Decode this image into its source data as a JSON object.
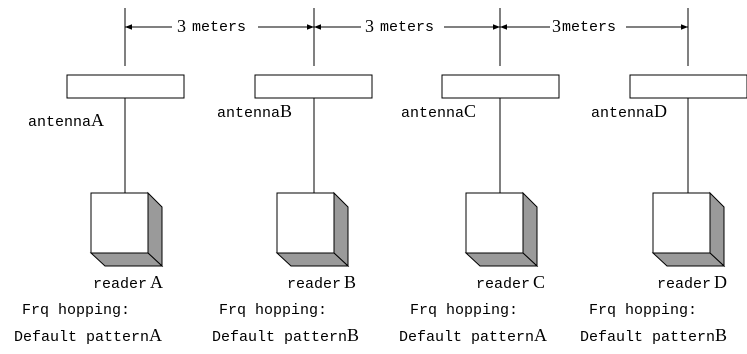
{
  "spacing": [
    {
      "num": "3",
      "unit": "meters"
    },
    {
      "num": "3",
      "unit": "meters"
    },
    {
      "num": "3",
      "unit": "meters"
    }
  ],
  "units": [
    {
      "antenna_word": "antenna",
      "antenna_letter": "A",
      "reader_word": "reader",
      "reader_letter": "A",
      "hop_label": "Frq hopping:",
      "pattern_word": "Default pattern",
      "pattern_letter": "A"
    },
    {
      "antenna_word": "antenna",
      "antenna_letter": "B",
      "reader_word": "reader",
      "reader_letter": "B",
      "hop_label": "Frq hopping:",
      "pattern_word": "Default pattern",
      "pattern_letter": "B"
    },
    {
      "antenna_word": "antenna",
      "antenna_letter": "C",
      "reader_word": "reader",
      "reader_letter": "C",
      "hop_label": "Frq hopping:",
      "pattern_word": "Default pattern",
      "pattern_letter": "A"
    },
    {
      "antenna_word": "antenna",
      "antenna_letter": "D",
      "reader_word": "reader",
      "reader_letter": "D",
      "hop_label": "Frq hopping:",
      "pattern_word": "Default pattern",
      "pattern_letter": "B"
    }
  ]
}
